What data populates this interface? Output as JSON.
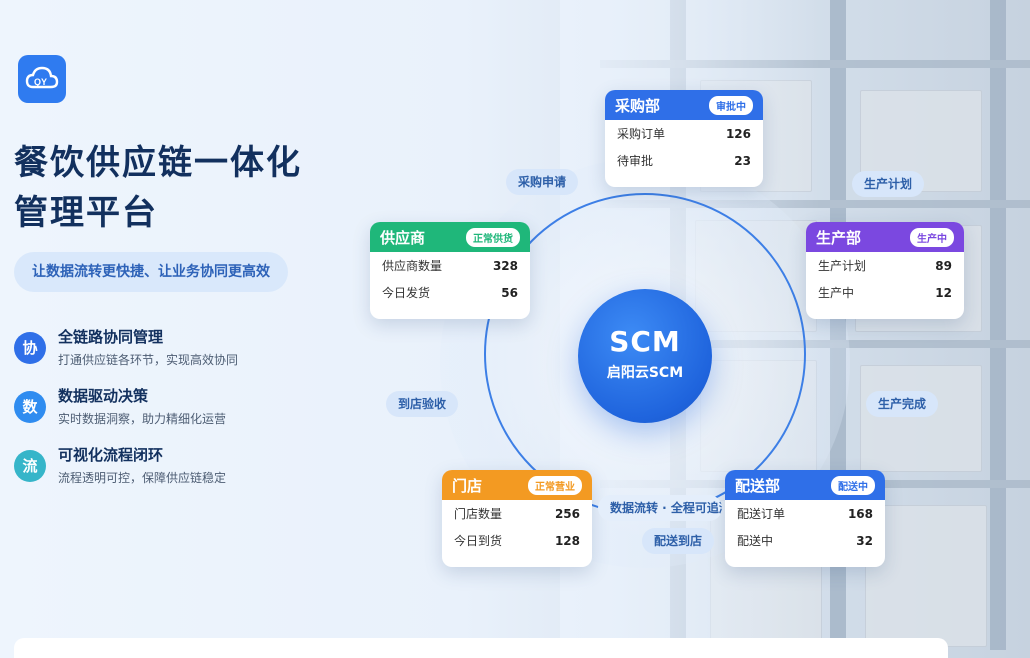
{
  "brand": {
    "logo_icon": "cloud-logo-icon",
    "title_line1": "餐饮供应链一体化",
    "title_line2": "管理平台",
    "slogan": "让数据流转更快捷、让业务协同更高效"
  },
  "features": [
    {
      "badge": "协",
      "title": "全链路协同管理",
      "desc": "打通供应链各环节，实现高效协同",
      "color": "#2f6fe8"
    },
    {
      "badge": "数",
      "title": "数据驱动决策",
      "desc": "实时数据洞察，助力精细化运营",
      "color": "#2f8cf0"
    },
    {
      "badge": "流",
      "title": "可视化流程闭环",
      "desc": "流程透明可控，保障供应链稳定",
      "color": "#36b5c9"
    }
  ],
  "center": {
    "title": "SCM",
    "subtitle": "启阳云SCM"
  },
  "cards": {
    "procurement": {
      "name": "采购部",
      "status": "审批中",
      "color": "#2f6fe8",
      "rows": [
        {
          "label": "采购订单",
          "value": "126"
        },
        {
          "label": "待审批",
          "value": "23"
        }
      ]
    },
    "supplier": {
      "name": "供应商",
      "status": "正常供货",
      "color": "#1fb77a",
      "rows": [
        {
          "label": "供应商数量",
          "value": "328"
        },
        {
          "label": "今日发货",
          "value": "56"
        }
      ]
    },
    "production": {
      "name": "生产部",
      "status": "生产中",
      "color": "#7b48e0",
      "rows": [
        {
          "label": "生产计划",
          "value": "89"
        },
        {
          "label": "生产中",
          "value": "12"
        }
      ]
    },
    "store": {
      "name": "门店",
      "status": "正常营业",
      "color": "#f39a22",
      "rows": [
        {
          "label": "门店数量",
          "value": "256"
        },
        {
          "label": "今日到货",
          "value": "128"
        }
      ]
    },
    "delivery": {
      "name": "配送部",
      "status": "配送中",
      "color": "#2f6fe8",
      "rows": [
        {
          "label": "配送订单",
          "value": "168"
        },
        {
          "label": "配送中",
          "value": "32"
        }
      ]
    }
  },
  "flows": {
    "purchase_request": "采购申请",
    "production_plan": "生产计划",
    "production_done": "生产完成",
    "store_receive": "到店验收",
    "deliver_to_store": "配送到店",
    "data_flow": "数据流转 · 全程可追溯"
  }
}
